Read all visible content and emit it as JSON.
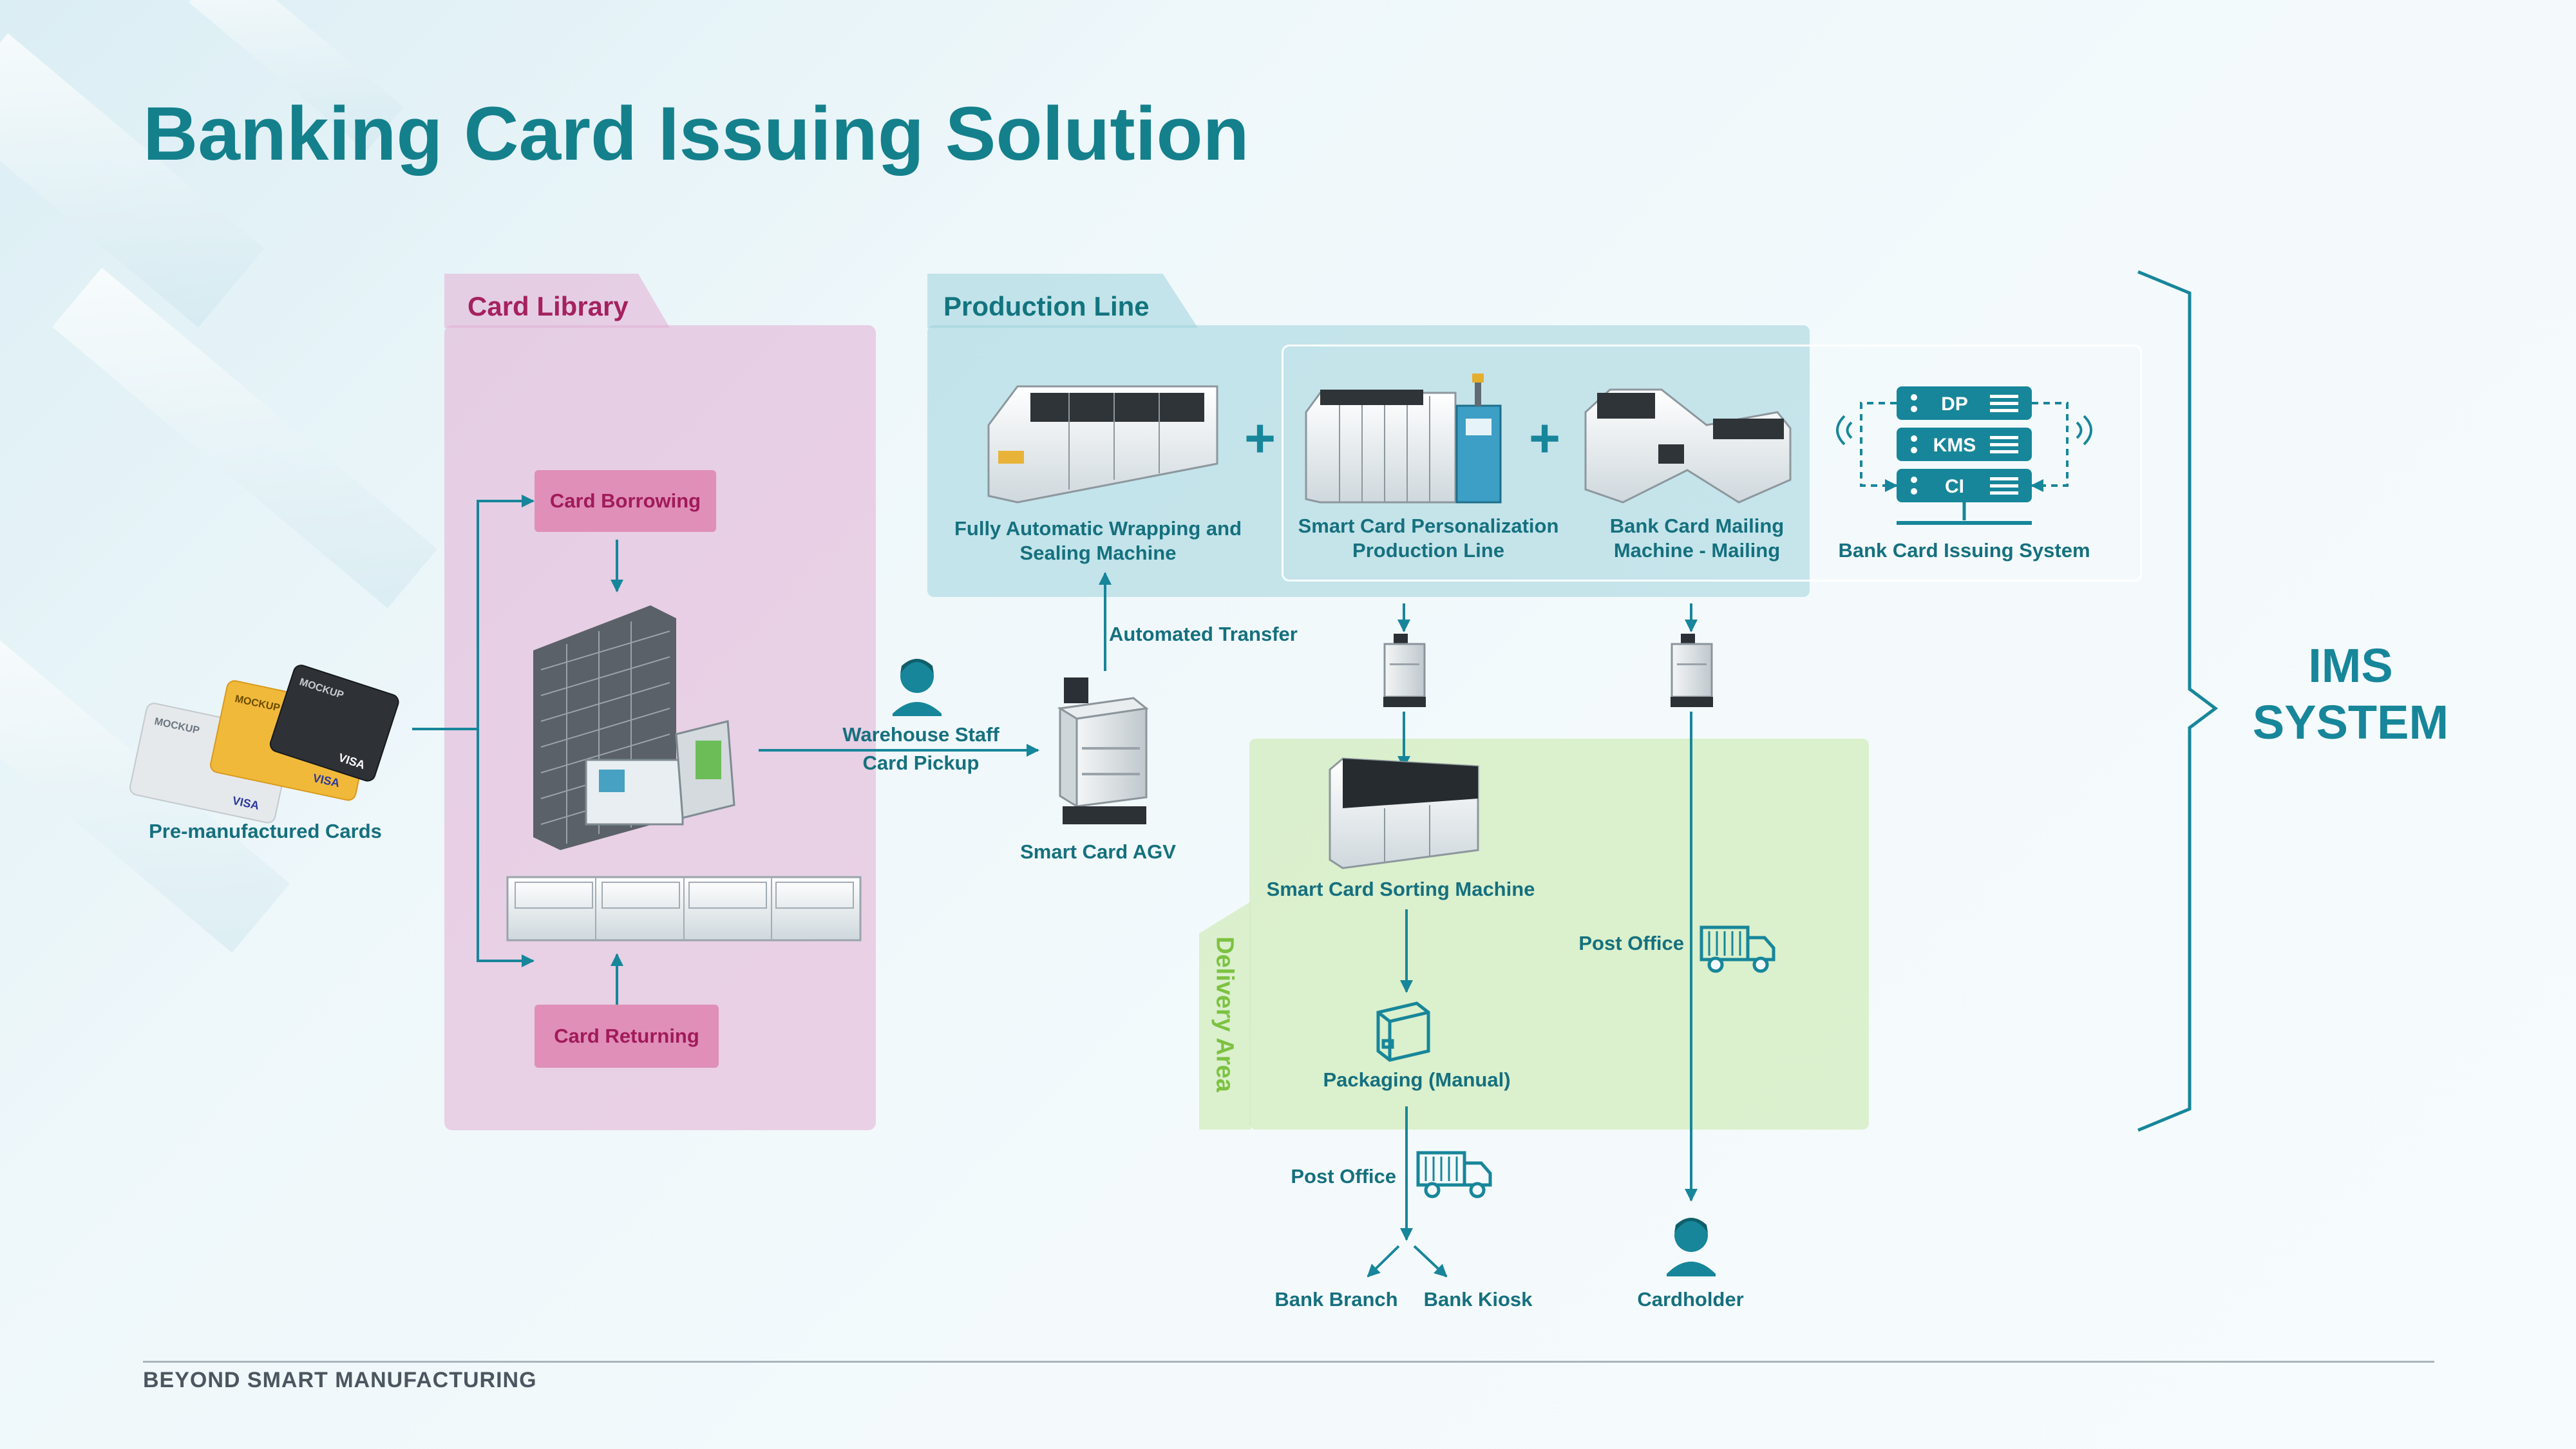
{
  "title": "Banking Card Issuing Solution",
  "footer": "BEYOND SMART MANUFACTURING",
  "zones": {
    "card_library": "Card Library",
    "production_line": "Production Line",
    "delivery_area": "Delivery Area"
  },
  "nodes": {
    "pre_manufactured_cards": "Pre-manufactured Cards",
    "card_borrowing": "Card Borrowing",
    "card_returning": "Card Returning",
    "warehouse_staff": "Warehouse Staff",
    "card_pickup": "Card Pickup",
    "smart_card_agv": "Smart Card AGV",
    "automated_transfer": "Automated Transfer",
    "wrapping_line1": "Fully Automatic Wrapping and",
    "wrapping_line2": "Sealing Machine",
    "personalization_line1": "Smart Card Personalization",
    "personalization_line2": "Production Line",
    "mailing_line1": "Bank Card Mailing",
    "mailing_line2": "Machine - Mailing",
    "issuing_system": "Bank Card Issuing System",
    "sorting_machine": "Smart Card Sorting Machine",
    "packaging": "Packaging (Manual)",
    "post_office_right": "Post Office",
    "post_office_bottom": "Post Office",
    "bank_branch": "Bank Branch",
    "bank_kiosk": "Bank Kiosk",
    "cardholder": "Cardholder"
  },
  "server_labels": [
    "DP",
    "KMS",
    "CI"
  ],
  "card_labels": {
    "mockup": "MOCKUP",
    "visa": "VISA"
  },
  "ims": {
    "line1": "IMS",
    "line2": "SYSTEM"
  },
  "colors": {
    "teal": "#17869a",
    "title": "#14808c",
    "pink_zone": "#e2afd4",
    "blue_zone": "#9ed3dc",
    "green_zone": "#d0ebb9",
    "magenta_text": "#a5215f",
    "green_text": "#7cc241"
  },
  "icons": [
    "person-icon",
    "truck-icon",
    "package-icon",
    "server-icon",
    "wifi-icon",
    "agv-robot-icon"
  ]
}
